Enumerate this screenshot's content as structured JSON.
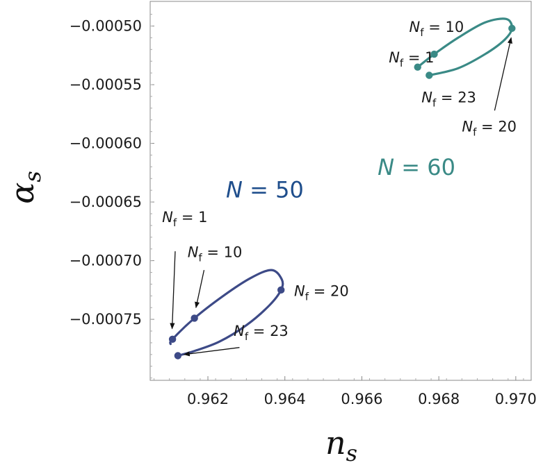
{
  "chart_data": {
    "type": "line",
    "xlabel": {
      "main": "n",
      "sub": "s"
    },
    "ylabel": {
      "main": "α",
      "sub": "s"
    },
    "xlim": [
      0.9605,
      0.9704
    ],
    "ylim": [
      -0.000802,
      -0.000479
    ],
    "x_ticks": [
      {
        "value": 0.962,
        "label": "0.962"
      },
      {
        "value": 0.964,
        "label": "0.964"
      },
      {
        "value": 0.966,
        "label": "0.966"
      },
      {
        "value": 0.968,
        "label": "0.968"
      },
      {
        "value": 0.97,
        "label": "0.970"
      }
    ],
    "y_ticks": [
      {
        "value": -0.0005,
        "label": "−0.00050"
      },
      {
        "value": -0.00055,
        "label": "−0.00055"
      },
      {
        "value": -0.0006,
        "label": "−0.00060"
      },
      {
        "value": -0.00065,
        "label": "−0.00065"
      },
      {
        "value": -0.0007,
        "label": "−0.00070"
      },
      {
        "value": -0.00075,
        "label": "−0.00075"
      }
    ],
    "grid": false,
    "series": [
      {
        "name": "N = 50",
        "name_parts": {
          "var": "N",
          "eq": " = ",
          "num": "50"
        },
        "color": "#3d4a87",
        "label_color": "#1f4e8c",
        "curve": [
          [
            0.96103,
            -0.000771
          ],
          [
            0.96108,
            -0.000767
          ],
          [
            0.96165,
            -0.000749
          ],
          [
            0.9624,
            -0.00073
          ],
          [
            0.9631,
            -0.000715
          ],
          [
            0.96365,
            -0.000708
          ],
          [
            0.96392,
            -0.000716
          ],
          [
            0.9639,
            -0.000725
          ],
          [
            0.9636,
            -0.000738
          ],
          [
            0.963,
            -0.000755
          ],
          [
            0.9623,
            -0.000769
          ],
          [
            0.96165,
            -0.000777
          ],
          [
            0.96122,
            -0.000781
          ]
        ],
        "points": [
          {
            "nf": "1",
            "x": 0.96108,
            "y": -0.000767
          },
          {
            "nf": "10",
            "x": 0.96165,
            "y": -0.000749
          },
          {
            "nf": "20",
            "x": 0.9639,
            "y": -0.000725
          },
          {
            "nf": "23",
            "x": 0.96122,
            "y": -0.000781
          }
        ]
      },
      {
        "name": "N = 60",
        "name_parts": {
          "var": "N",
          "eq": " = ",
          "num": "60"
        },
        "color": "#3a8a86",
        "label_color": "#3a8a86",
        "curve": [
          [
            0.9674,
            -0.000536
          ],
          [
            0.96745,
            -0.000535
          ],
          [
            0.96788,
            -0.000524
          ],
          [
            0.9685,
            -0.00051
          ],
          [
            0.9692,
            -0.000497
          ],
          [
            0.96975,
            -0.000494
          ],
          [
            0.9699,
            -0.000502
          ],
          [
            0.9697,
            -0.000512
          ],
          [
            0.9692,
            -0.000524
          ],
          [
            0.9685,
            -0.000536
          ],
          [
            0.96775,
            -0.000542
          ]
        ],
        "points": [
          {
            "nf": "1",
            "x": 0.96745,
            "y": -0.000535
          },
          {
            "nf": "10",
            "x": 0.96788,
            "y": -0.000524
          },
          {
            "nf": "20",
            "x": 0.9699,
            "y": -0.000502
          },
          {
            "nf": "23",
            "x": 0.96775,
            "y": -0.000542
          }
        ]
      }
    ],
    "annotations": [
      {
        "name": "n50-nf1",
        "var": "N",
        "sub": "f",
        "eq": " = ",
        "num": "1",
        "series": 0,
        "point": 0,
        "text_x": 0.96081,
        "text_y": -0.000667,
        "arrow": true,
        "arrow_from": [
          0.96115,
          -0.000692
        ],
        "arrow_to": [
          0.96107,
          -0.000758
        ]
      },
      {
        "name": "n50-nf10",
        "var": "N",
        "sub": "f",
        "eq": " = ",
        "num": "10",
        "series": 0,
        "point": 1,
        "text_x": 0.96147,
        "text_y": -0.000697,
        "arrow": true,
        "arrow_from": [
          0.9619,
          -0.000708
        ],
        "arrow_to": [
          0.96169,
          -0.00074
        ]
      },
      {
        "name": "n50-nf20",
        "var": "N",
        "sub": "f",
        "eq": " = ",
        "num": "20",
        "series": 0,
        "point": 2,
        "text_x": 0.96424,
        "text_y": -0.00073,
        "arrow": false
      },
      {
        "name": "n50-nf23",
        "var": "N",
        "sub": "f",
        "eq": " = ",
        "num": "23",
        "series": 0,
        "point": 3,
        "text_x": 0.96267,
        "text_y": -0.000764,
        "arrow": true,
        "arrow_from": [
          0.96282,
          -0.000774
        ],
        "arrow_to": [
          0.96138,
          -0.00078
        ]
      },
      {
        "name": "n60-nf10",
        "var": "N",
        "sub": "f",
        "eq": " = ",
        "num": "10",
        "series": 1,
        "point": 1,
        "text_x": 0.96723,
        "text_y": -0.000505,
        "arrow": false
      },
      {
        "name": "n60-nf1",
        "var": "N",
        "sub": "f",
        "eq": " = ",
        "num": "1",
        "series": 1,
        "point": 0,
        "text_x": 0.9667,
        "text_y": -0.000531,
        "arrow": false
      },
      {
        "name": "n60-nf23",
        "var": "N",
        "sub": "f",
        "eq": " = ",
        "num": "23",
        "series": 1,
        "point": 3,
        "text_x": 0.96755,
        "text_y": -0.000565,
        "arrow": false
      },
      {
        "name": "n60-nf20",
        "var": "N",
        "sub": "f",
        "eq": " = ",
        "num": "20",
        "series": 1,
        "point": 2,
        "text_x": 0.9686,
        "text_y": -0.00059,
        "arrow": true,
        "arrow_from": [
          0.96945,
          -0.000572
        ],
        "arrow_to": [
          0.96988,
          -0.00051
        ]
      }
    ],
    "series_labels": [
      {
        "series": 0,
        "x": 0.96348,
        "y": -0.000646
      },
      {
        "series": 1,
        "x": 0.96742,
        "y": -0.000627
      }
    ]
  }
}
